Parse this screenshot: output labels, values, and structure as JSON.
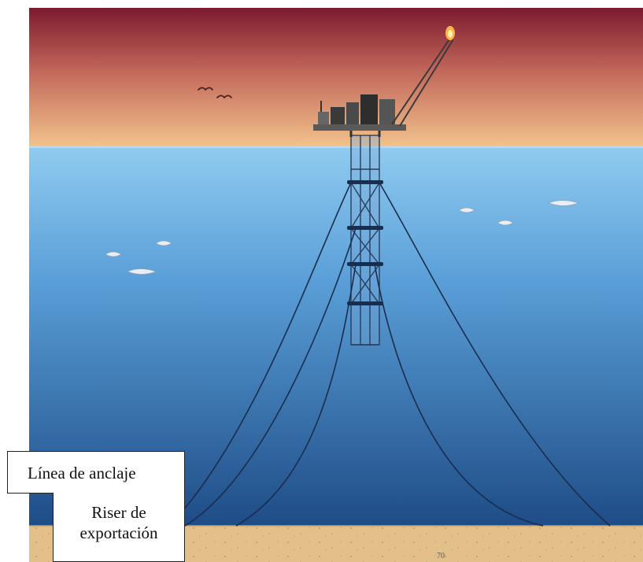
{
  "labels": {
    "anchor_line": "Línea de anclaje",
    "export_riser_line1": "Riser de",
    "export_riser_line2": "exportación"
  },
  "page_number": "70",
  "colors": {
    "sky_top": "#7c1a2e",
    "sky_bottom": "#f0c08a",
    "sea_top": "#8cc7ee",
    "sea_bottom": "#1f4f8a",
    "seabed": "#e3c08a",
    "line": "#1b2c4d",
    "platform": "#3a3a3a",
    "flare": "#ffd35a"
  },
  "icons": [
    "bird-icon",
    "fish-icon",
    "flare-icon"
  ]
}
